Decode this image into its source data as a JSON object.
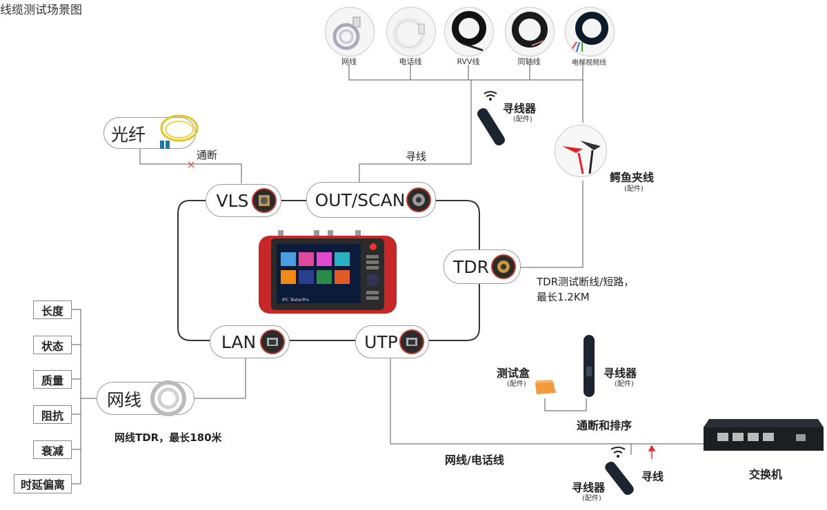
{
  "title": "线缆测试场景图",
  "cables": [
    {
      "label": "网线"
    },
    {
      "label": "电话线"
    },
    {
      "label": "RVV线"
    },
    {
      "label": "同轴线"
    },
    {
      "label": "电梯视频线"
    }
  ],
  "fiber": {
    "label": "光纤",
    "link": "通断"
  },
  "ports": {
    "vls": "VLS",
    "out_scan": "OUT/SCAN",
    "tdr": "TDR",
    "lan": "LAN",
    "utp": "UTP"
  },
  "tracing": {
    "label": "寻线"
  },
  "tracer_top": {
    "name": "寻线器",
    "note": "(配件)"
  },
  "clip": {
    "name": "鳄鱼夹线",
    "note": "(配件)"
  },
  "tdr_desc": {
    "line1": "TDR测试断线/短路，",
    "line2": "最长1.2KM"
  },
  "device": {
    "brand": "IPC TesterPro"
  },
  "network_cable": {
    "label": "网线",
    "desc": "网线TDR，最长180米"
  },
  "tests": [
    "长度",
    "状态",
    "质量",
    "阻抗",
    "衰减",
    "时延偏离"
  ],
  "test_box": {
    "name": "测试盒",
    "note": "(配件)"
  },
  "tracer_mid": {
    "name": "寻线器",
    "note": "(配件)"
  },
  "continuity": "通断和排序",
  "utp_cable": "网线/电话线",
  "tracer_bottom": {
    "name": "寻线器",
    "note": "(配件)",
    "action": "寻线"
  },
  "switch": {
    "label": "交换机"
  }
}
